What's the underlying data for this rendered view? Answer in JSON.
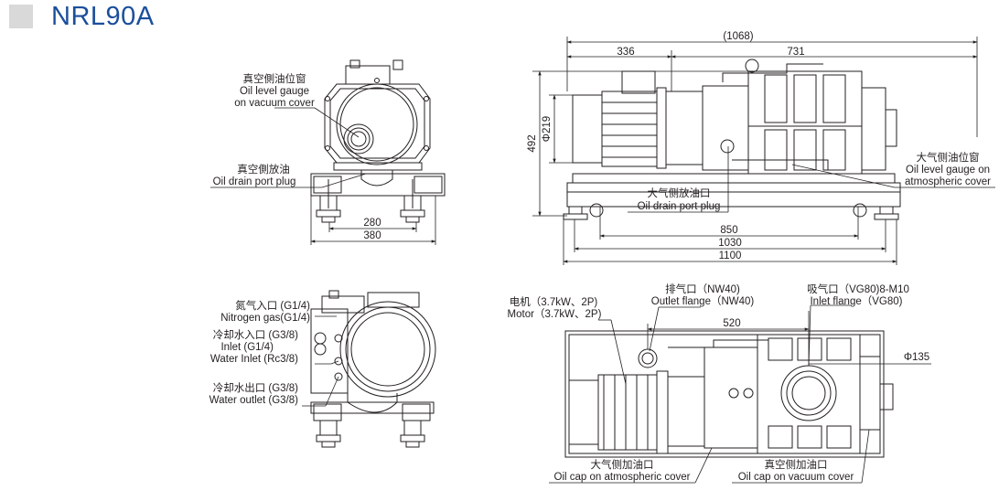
{
  "title": "NRL90A",
  "colors": {
    "title": "#1b4f9c",
    "title_marker": "#d9d9d9",
    "line": "#231f20"
  },
  "front_view": {
    "oil_level_gauge_vacuum": [
      "真空側油位窗",
      "Oil level gauge",
      "on vacuum cover"
    ],
    "oil_drain_port_plug": [
      "真空側放油",
      "Oil drain port plug"
    ],
    "dim_280": "280",
    "dim_380": "380"
  },
  "side_view": {
    "dim_total": "(1068)",
    "dim_336": "336",
    "dim_731": "731",
    "dim_492": "492",
    "dim_phi219": "Φ219",
    "oil_level_gauge_atm": [
      "大气侧油位窗",
      "Oil level gauge on",
      "atmospheric cover"
    ],
    "oil_drain_port_plug_atm": [
      "大气侧放油口",
      "Oil drain port plug"
    ],
    "dim_850": "850",
    "dim_1030": "1030",
    "dim_1100": "1100"
  },
  "rear_view": {
    "nitrogen": [
      "氮气入口 (G1/4)",
      "Nitrogen gas(G1/4)"
    ],
    "water_inlet": [
      "冷却水入口 (G3/8)",
      "Inlet (G1/4)",
      "Water Inlet (Rc3/8)"
    ],
    "water_outlet": [
      "冷却水出口 (G3/8)",
      "Water outlet (G3/8)"
    ]
  },
  "top_view": {
    "motor": [
      "电机（3.7kW、2P)",
      "Motor（3.7kW、2P)"
    ],
    "outlet_flange": [
      "排气口（NW40)",
      "Outlet flange（NW40)"
    ],
    "inlet_flange": [
      "吸气口（VG80)8-M10",
      "Inlet flange（VG80)"
    ],
    "dim_520": "520",
    "dim_phi135": "Φ135",
    "oil_cap_atm": [
      "大气侧加油口",
      "Oil cap on atmospheric cover"
    ],
    "oil_cap_vacuum": [
      "真空侧加油口",
      "Oil cap on vacuum cover"
    ]
  }
}
